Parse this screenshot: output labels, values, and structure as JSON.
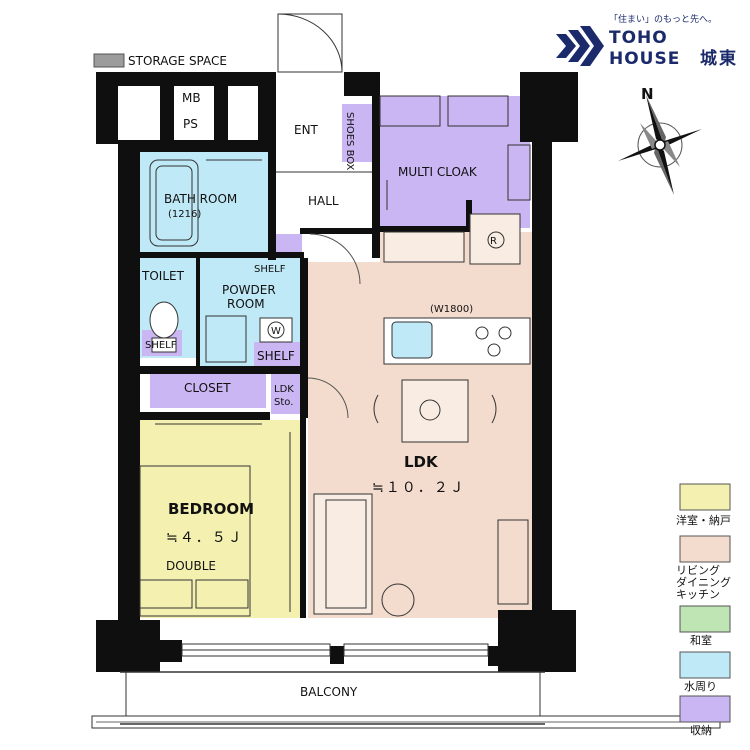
{
  "brand": {
    "tagline": "「住まい」のもっと先へ。",
    "name_line1": "TOHO",
    "name_line2": "HOUSE",
    "branch": "城東"
  },
  "compass": {
    "north_label": "N"
  },
  "rooms": {
    "storage_space": "STORAGE SPACE",
    "mb": "MB",
    "ps": "PS",
    "ent": "ENT",
    "shoes_box": "SHOES BOX",
    "multi_cloak": "MULTI CLOAK",
    "hall": "HALL",
    "bath_room": "BATH ROOM",
    "bath_size": "(1216)",
    "shelf_top": "SHELF",
    "toilet": "TOILET",
    "powder_room_1": "POWDER",
    "powder_room_2": "ROOM",
    "shelf_left": "SHELF",
    "shelf_right": "SHELF",
    "washer": "W",
    "fridge": "R",
    "kitchen_width": "(W1800)",
    "closet": "CLOSET",
    "ldk_sto_1": "LDK",
    "ldk_sto_2": "Sto.",
    "ldk": "LDK",
    "ldk_area": "≒１０．２Ｊ",
    "bedroom": "BEDROOM",
    "bedroom_area": "≒４．５Ｊ",
    "double": "DOUBLE",
    "balcony": "BALCONY"
  },
  "legend": {
    "items": [
      {
        "label": "洋室・納戸",
        "color": "#f4f1b0"
      },
      {
        "label_1": "リビング",
        "label_2": "ダイニング",
        "label_3": "キッチン",
        "color": "#f3dccd"
      },
      {
        "label": "和室",
        "color": "#bfe5b4"
      },
      {
        "label": "水周り",
        "color": "#bfe9f6"
      },
      {
        "label": "収納",
        "color": "#c9b6f2"
      }
    ]
  },
  "colors": {
    "wall": "#0f0f0f",
    "western": "#f4f1b0",
    "ldk": "#f3dccd",
    "water": "#bfe9f6",
    "storage": "#c9b6f2",
    "storage_space": "#9c9c9c"
  }
}
